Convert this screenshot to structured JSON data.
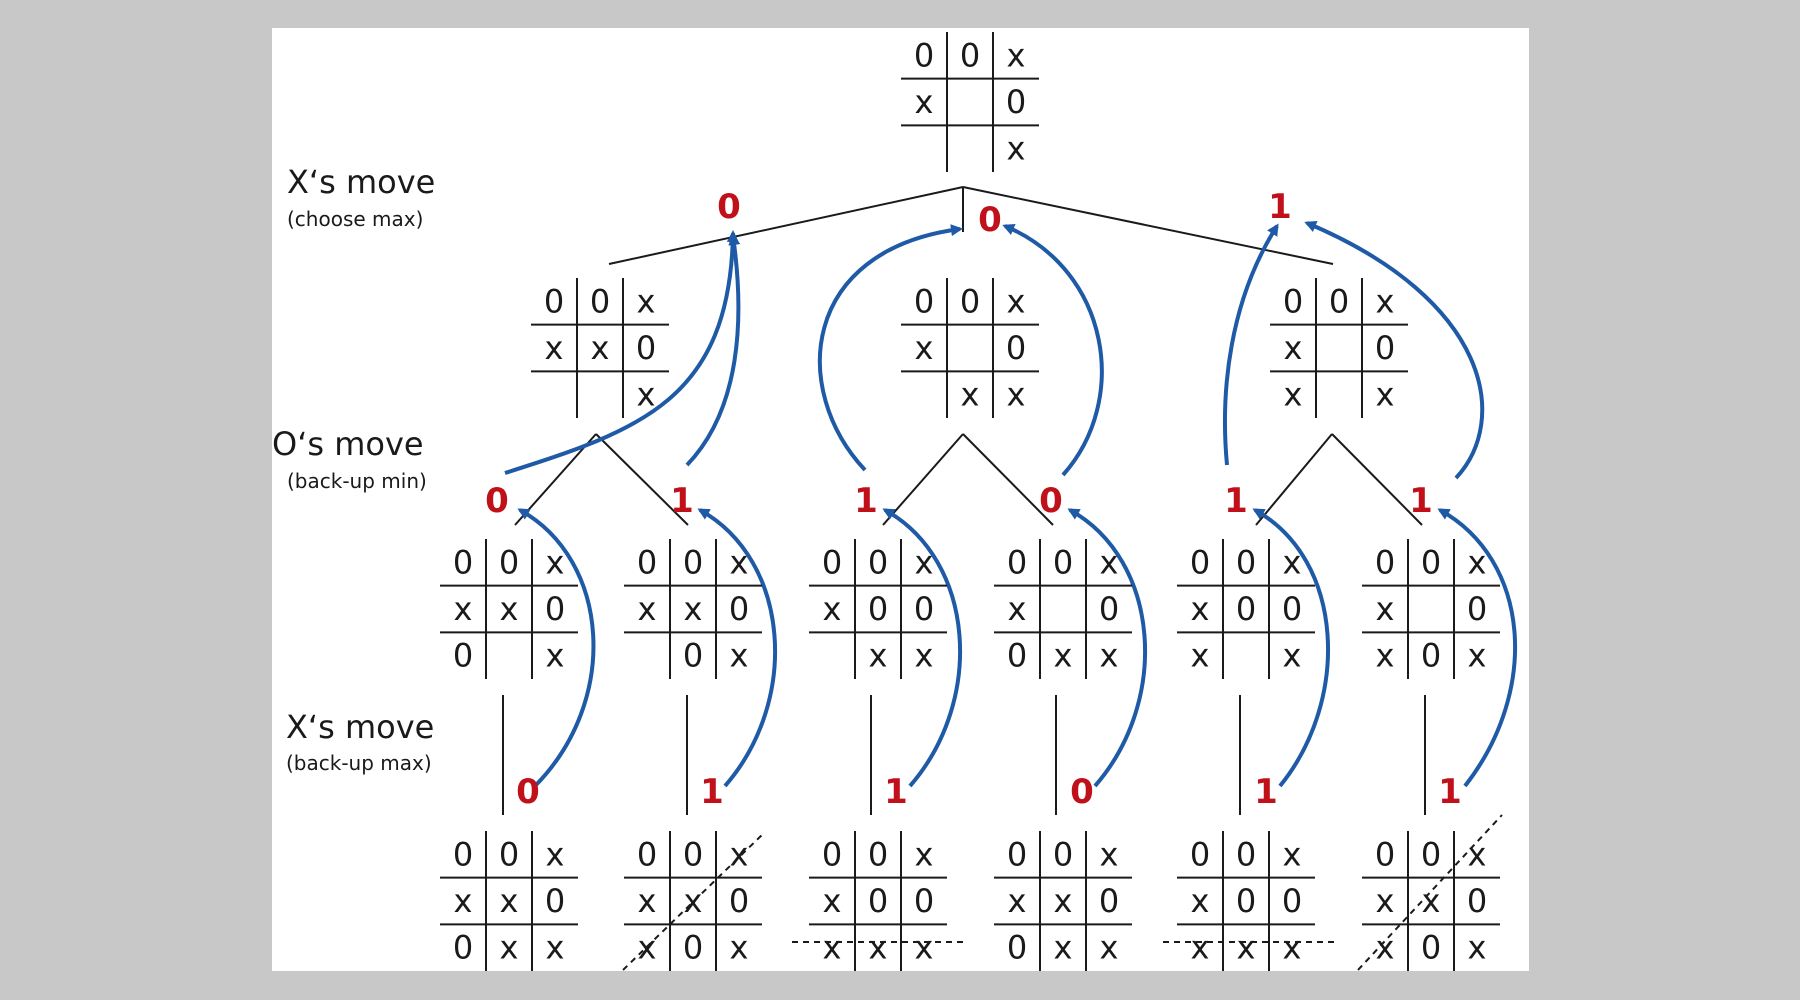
{
  "labels": [
    {
      "title": "X‘s move",
      "sub": "(choose max)"
    },
    {
      "title": "O‘s move",
      "sub": "(back-up min)"
    },
    {
      "title": "X‘s move",
      "sub": "(back-up max)"
    }
  ],
  "root": [
    "0",
    "0",
    "x",
    "x",
    "",
    "0",
    "",
    "",
    "x"
  ],
  "level1": [
    {
      "value": "0",
      "board": [
        "0",
        "0",
        "x",
        "x",
        "x",
        "0",
        "",
        "",
        "x"
      ]
    },
    {
      "value": "0",
      "board": [
        "0",
        "0",
        "x",
        "x",
        "",
        "0",
        "",
        "x",
        "x"
      ]
    },
    {
      "value": "1",
      "board": [
        "0",
        "0",
        "x",
        "x",
        "",
        "0",
        "x",
        "",
        "x"
      ]
    }
  ],
  "level2": [
    {
      "value": "0",
      "board": [
        "0",
        "0",
        "x",
        "x",
        "x",
        "0",
        "0",
        "",
        "x"
      ]
    },
    {
      "value": "1",
      "board": [
        "0",
        "0",
        "x",
        "x",
        "x",
        "0",
        "",
        "0",
        "x"
      ]
    },
    {
      "value": "1",
      "board": [
        "0",
        "0",
        "x",
        "x",
        "0",
        "0",
        "",
        "x",
        "x"
      ]
    },
    {
      "value": "0",
      "board": [
        "0",
        "0",
        "x",
        "x",
        "",
        "0",
        "0",
        "x",
        "x"
      ]
    },
    {
      "value": "1",
      "board": [
        "0",
        "0",
        "x",
        "x",
        "0",
        "0",
        "x",
        "",
        "x"
      ]
    },
    {
      "value": "1",
      "board": [
        "0",
        "0",
        "x",
        "x",
        "",
        "0",
        "x",
        "0",
        "x"
      ]
    }
  ],
  "level3": [
    {
      "value": "0",
      "board": [
        "0",
        "0",
        "x",
        "x",
        "x",
        "0",
        "0",
        "x",
        "x"
      ]
    },
    {
      "value": "1",
      "board": [
        "0",
        "0",
        "x",
        "x",
        "x",
        "0",
        "x",
        "0",
        "x"
      ]
    },
    {
      "value": "1",
      "board": [
        "0",
        "0",
        "x",
        "x",
        "0",
        "0",
        "x",
        "x",
        "x"
      ]
    },
    {
      "value": "0",
      "board": [
        "0",
        "0",
        "x",
        "x",
        "x",
        "0",
        "0",
        "x",
        "x"
      ]
    },
    {
      "value": "1",
      "board": [
        "0",
        "0",
        "x",
        "x",
        "0",
        "0",
        "x",
        "x",
        "x"
      ]
    },
    {
      "value": "1",
      "board": [
        "0",
        "0",
        "x",
        "x",
        "x",
        "0",
        "x",
        "0",
        "x"
      ]
    }
  ],
  "colors": {
    "value": "#c0101a",
    "arrow": "#1f5aa6",
    "line": "#1a1a1a"
  }
}
